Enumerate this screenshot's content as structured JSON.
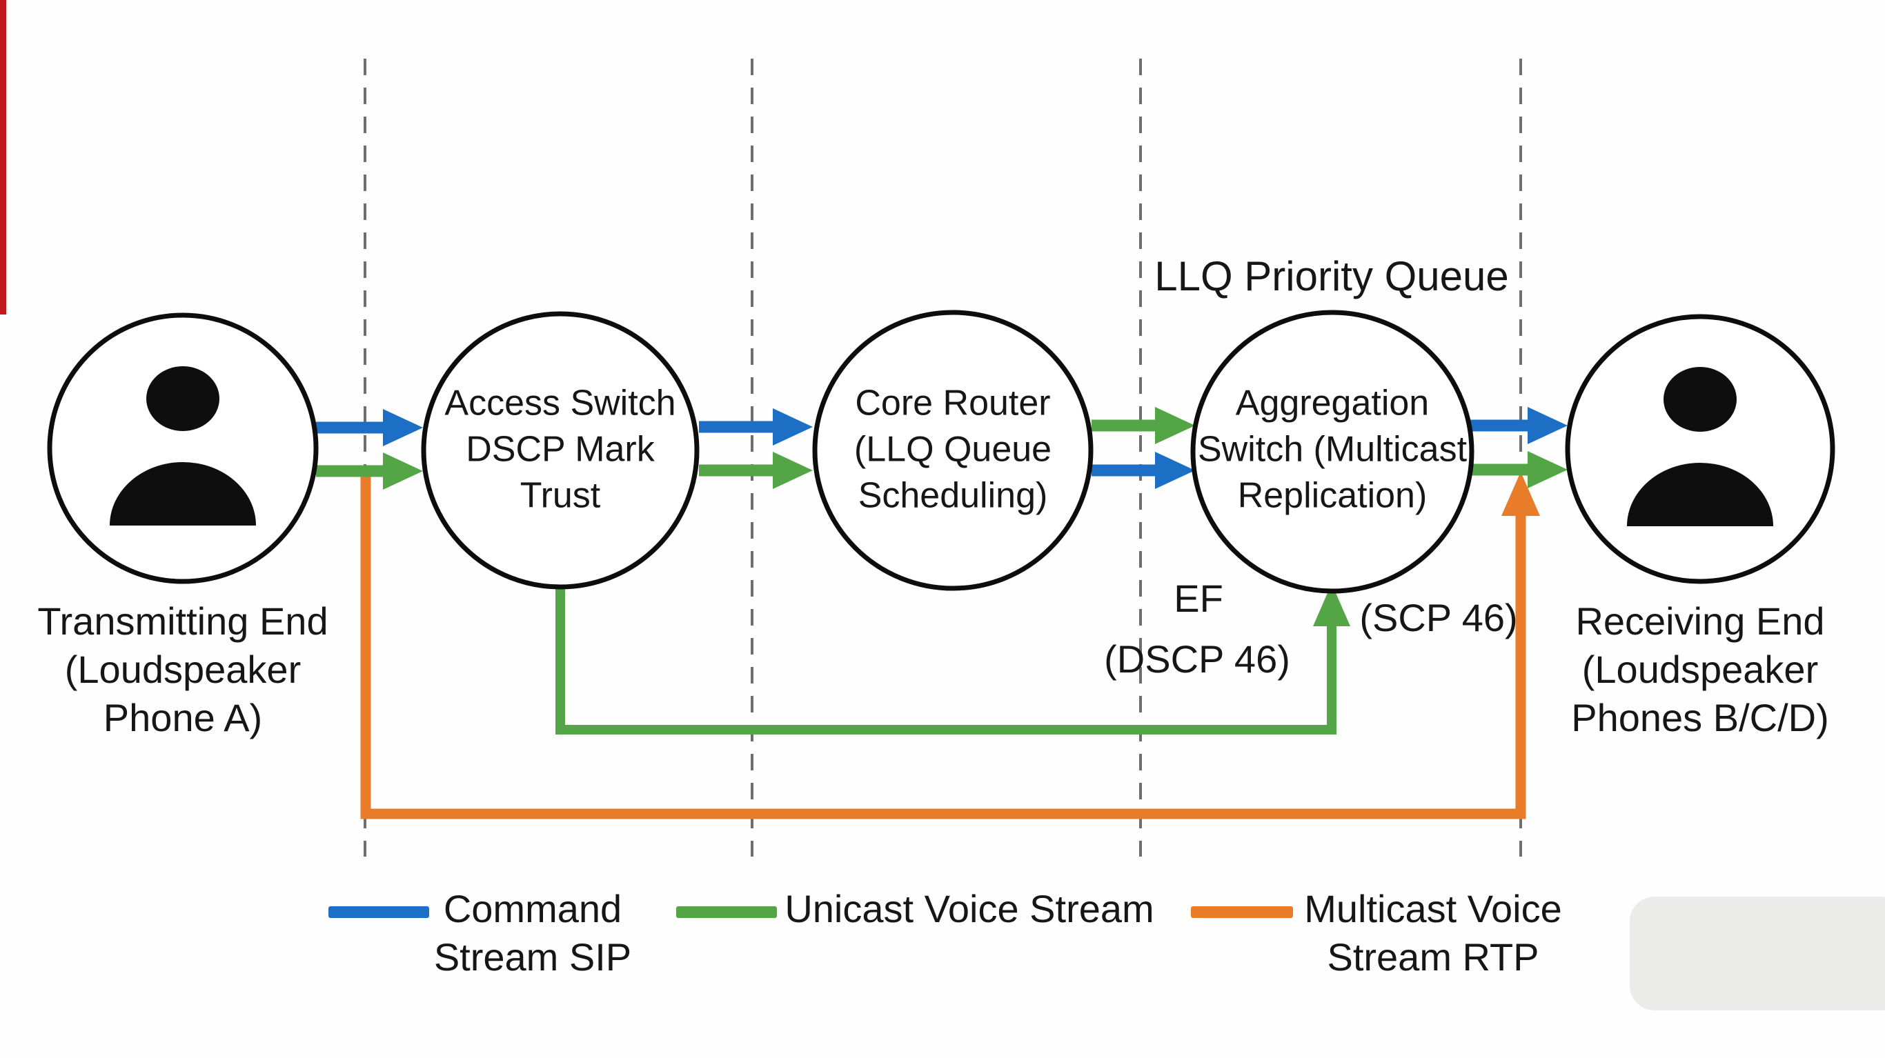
{
  "diagram": {
    "colors": {
      "command_stream": "#1c6fc4",
      "unicast_stream": "#54a546",
      "multicast_stream": "#e87c28"
    },
    "nodes": {
      "transmitting": {
        "label_lines": [
          "Transmitting End",
          "(Loudspeaker",
          "Phone A)"
        ]
      },
      "access": {
        "lines": [
          "Access Switch",
          "DSCP Mark",
          "Trust"
        ]
      },
      "core": {
        "lines": [
          "Core Router",
          "(LLQ Queue",
          "Scheduling)"
        ]
      },
      "aggregation": {
        "lines": [
          "Aggregation",
          "Switch (Multicast",
          "Replication)"
        ]
      },
      "receiving": {
        "label_lines": [
          "Receiving End",
          "(Loudspeaker",
          "Phones B/C/D)"
        ]
      }
    },
    "annotations": {
      "llq_priority_queue": "LLQ Priority Queue",
      "ef": "EF",
      "dscp46": "(DSCP 46)",
      "scp46": "(SCP 46)"
    },
    "legend": [
      {
        "color": "#1c6fc4",
        "label_lines": [
          "Command",
          "Stream SIP"
        ]
      },
      {
        "color": "#54a546",
        "label_lines": [
          "Unicast Voice Stream",
          ""
        ]
      },
      {
        "color": "#e87c28",
        "label_lines": [
          "Multicast Voice",
          "Stream RTP"
        ]
      }
    ]
  }
}
